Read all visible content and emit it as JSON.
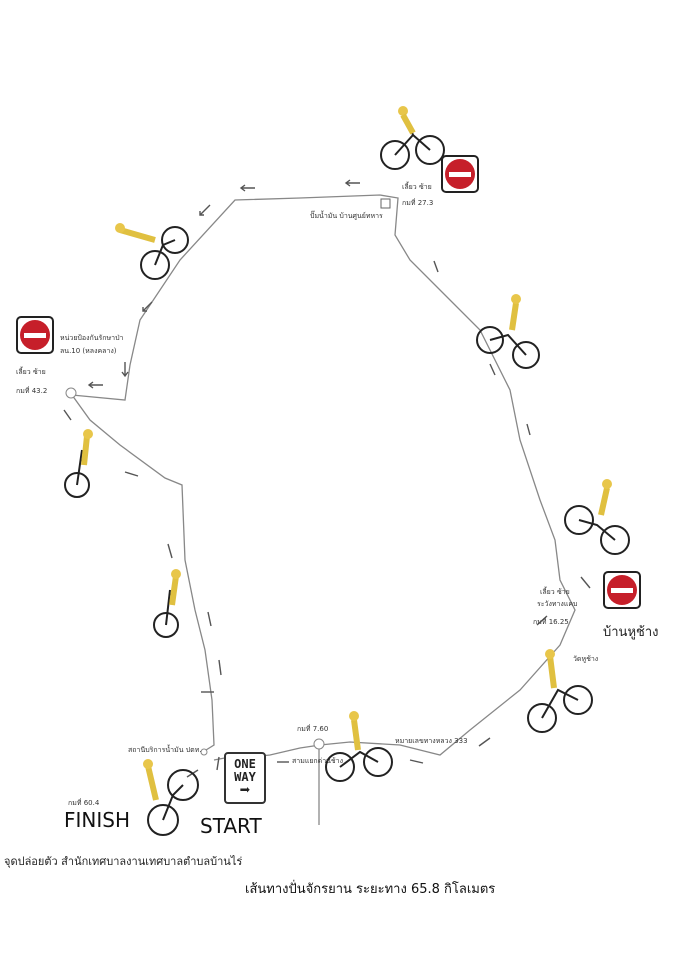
{
  "title": "เส้นทางปั่นจักรยาน ระยะทาง 65.8 กิโลเมตร",
  "origin": "จุดปล่อยตัว สำนักเทศบาลงานเทศบาลตำบลบ้านไร่",
  "finish": {
    "label": "FINISH",
    "km": "กมที่ 60.4"
  },
  "start": {
    "label": "START"
  },
  "one_way_sign": {
    "line1": "ONE",
    "line2": "WAY",
    "arrow": "➡"
  },
  "waypoints": {
    "km_7_60": "กมที่ 7.60",
    "samyaek": "สามแยกด่านช้าง",
    "highway_333": "หมายเลขทางหลวง 333",
    "wat": "วัดหูช้าง",
    "turn_left_16": "เลี้ยว ซ้าย",
    "caution_16": "ระวังทางแคบ",
    "km_16_25": "กมที่ 16.25",
    "ban_huchang": "บ้านหูช้าง",
    "turn_left_27": "เลี้ยว ซ้าย",
    "km_27_3": "กมที่ 27.3",
    "pump": "ปั๊มน้ำมัน บ้านศูนย์ทหาร",
    "forest_unit": "หน่วยป้องกันรักษาป่า",
    "forest_unit_2": "ลน.10 (หลงคลาง)",
    "turn_left_43": "เลี้ยว ซ้าย",
    "km_43_2": "กมที่ 43.2",
    "gas_station": "สถานีบริการน้ำมัน ปตท."
  },
  "icons": {
    "no_entry": "no-entry-sign",
    "cyclist": "cyclist-icon",
    "direction_arrow": "direction-arrow"
  }
}
